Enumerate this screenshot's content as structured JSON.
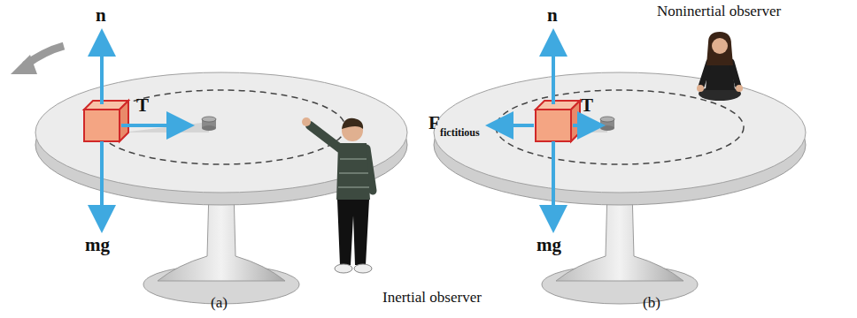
{
  "diagram": {
    "labels": [
      "n",
      "T",
      "mg",
      "Inertial observer",
      "(a)",
      "Noninertial observer",
      "n",
      "T",
      "F",
      "fictitious",
      "mg",
      "(b)"
    ]
  }
}
